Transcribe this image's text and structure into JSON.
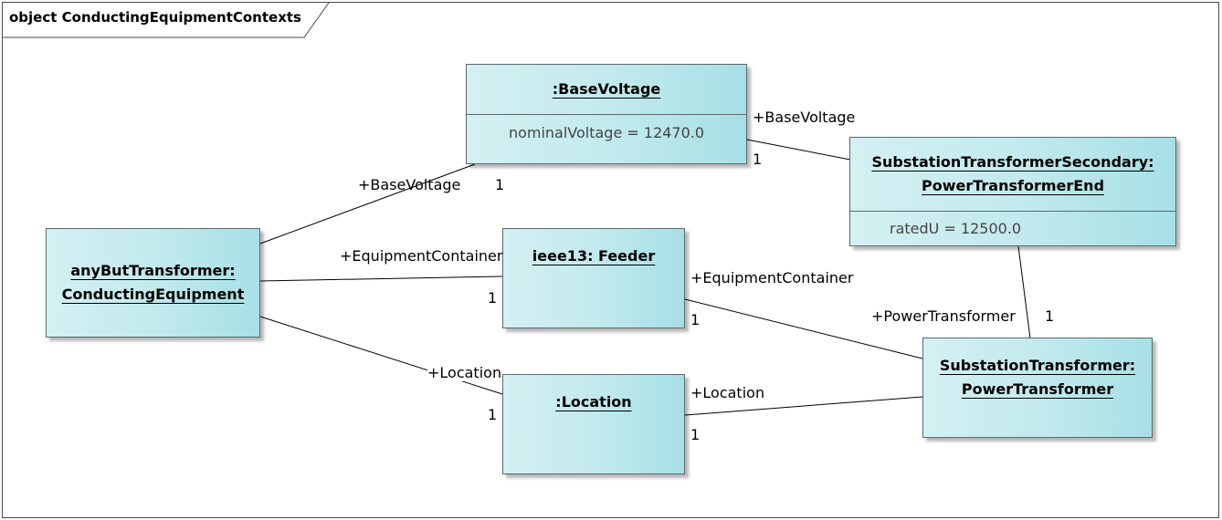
{
  "frame": {
    "title": "object ConductingEquipmentContexts"
  },
  "nodes": {
    "base_voltage": {
      "name": ":BaseVoltage",
      "attribute": "nominalVoltage = 12470.0"
    },
    "transformer_end": {
      "name_line1": "SubstationTransformerSecondary:",
      "name_line2": "PowerTransformerEnd",
      "attribute": "ratedU = 12500.0"
    },
    "conducting_equipment": {
      "name_line1": "anyButTransformer:",
      "name_line2": "ConductingEquipment"
    },
    "feeder": {
      "name": "ieee13: Feeder"
    },
    "location": {
      "name": ":Location"
    },
    "power_transformer": {
      "name_line1": "SubstationTransformer:",
      "name_line2": "PowerTransformer"
    }
  },
  "links": {
    "ce_base_voltage": {
      "role": "+BaseVoltage",
      "multiplicity": "1"
    },
    "end_base_voltage": {
      "role": "+BaseVoltage",
      "multiplicity": "1"
    },
    "ce_feeder": {
      "role": "+EquipmentContainer",
      "multiplicity": "1"
    },
    "pt_feeder": {
      "role": "+EquipmentContainer",
      "multiplicity": "1"
    },
    "end_pt": {
      "role": "+PowerTransformer",
      "multiplicity": "1"
    },
    "ce_location": {
      "role": "+Location",
      "multiplicity": "1"
    },
    "pt_location": {
      "role": "+Location",
      "multiplicity": "1"
    }
  },
  "colors": {
    "node_fill_light": "#d4f0f2",
    "node_fill_dark": "#a6e0e6",
    "border": "#5a6a6e"
  }
}
